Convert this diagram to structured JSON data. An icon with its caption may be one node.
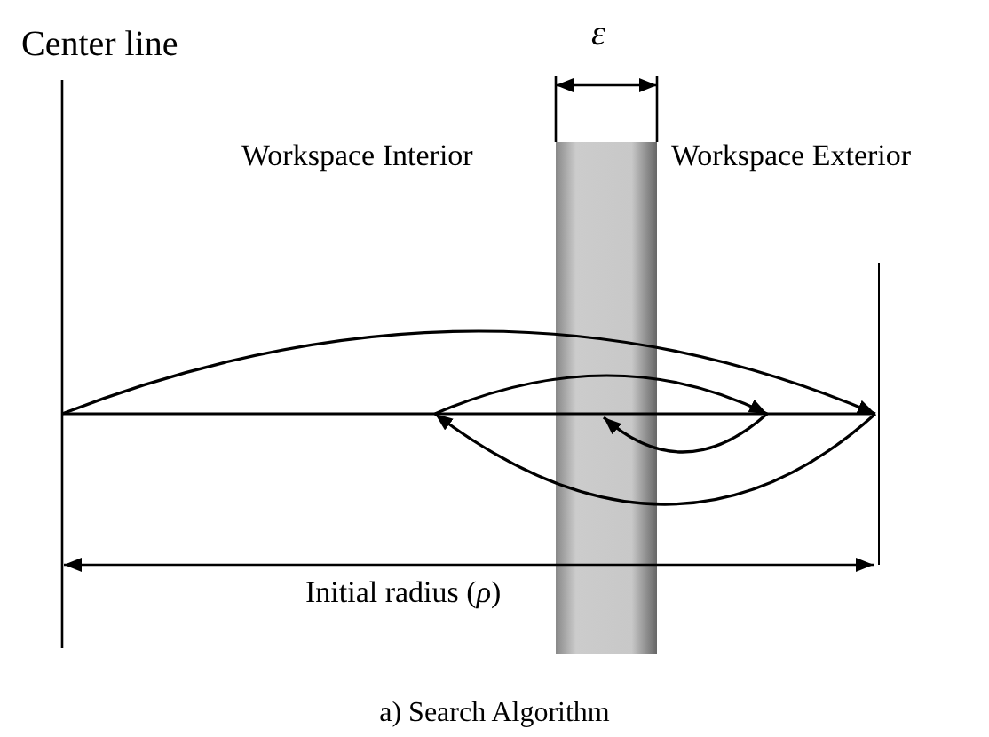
{
  "diagram": {
    "caption": "a) Search Algorithm",
    "labels": [
      "Center line",
      "ε",
      "Workspace Interior",
      "Workspace Exterior",
      "Initial radius (*ρ*)"
    ]
  }
}
